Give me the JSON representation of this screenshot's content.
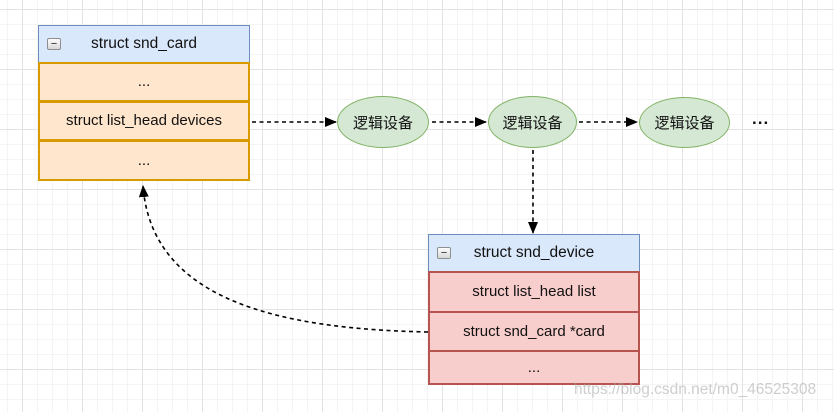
{
  "colors": {
    "header_fill": "#dae8fc",
    "header_border": "#6c8ebf",
    "card_row_fill": "#ffe6cc",
    "card_row_border": "#d79b00",
    "device_row_fill": "#f8cecc",
    "device_row_border": "#b85450",
    "ellipse_fill": "#d5e8d4",
    "ellipse_border": "#82b366",
    "arrow": "#000000",
    "watermark_text": "#aeaeae"
  },
  "icons": {
    "collapse_minus": "−"
  },
  "diagram": {
    "snd_card": {
      "title": "struct snd_card",
      "rows": [
        "...",
        "struct list_head devices",
        "..."
      ]
    },
    "snd_device": {
      "title": "struct snd_device",
      "rows": [
        "struct list_head list",
        "struct snd_card *card",
        "..."
      ]
    },
    "logical_devices": [
      {
        "label": "逻辑设备"
      },
      {
        "label": "逻辑设备"
      },
      {
        "label": "逻辑设备"
      }
    ],
    "more_ellipsis": "...",
    "watermark": "https://blog.csdn.net/m0_46525308"
  }
}
